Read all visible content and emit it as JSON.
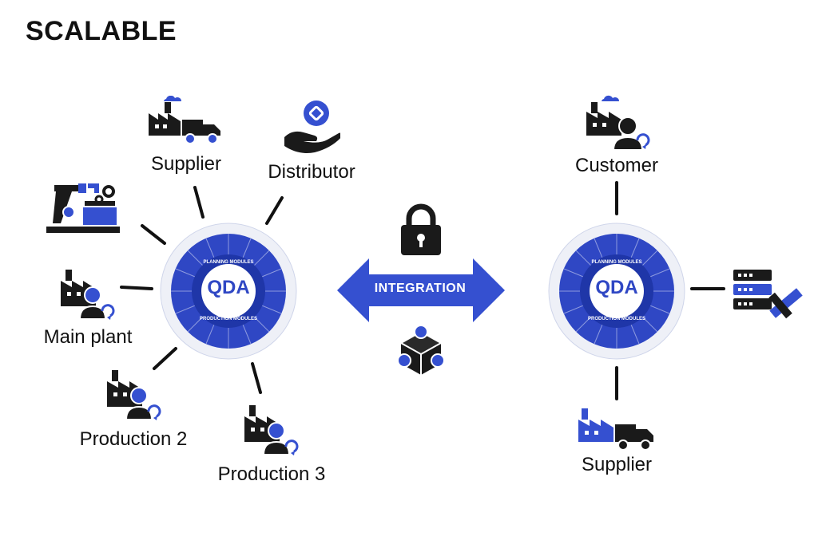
{
  "title": "SCALABLE",
  "colors": {
    "accent": "#3550D0",
    "dark": "#1a1a1a",
    "hub_outer": "#e9ecf5"
  },
  "left_nodes": {
    "supplier": "Supplier",
    "distributor": "Distributor",
    "main_plant": "Main plant",
    "production2": "Production 2",
    "production3": "Production 3"
  },
  "right_nodes": {
    "customer": "Customer",
    "supplier": "Supplier"
  },
  "hub": {
    "logo": "QDA",
    "top_ring": "PLANNING MODULES",
    "bottom_ring": "PRODUCTION MODULES"
  },
  "integration": {
    "label": "INTEGRATION"
  },
  "icons": [
    "factory-truck-icon",
    "hand-coin-icon",
    "robot-arm-icon",
    "factory-person-icon",
    "lock-icon",
    "cube-nodes-icon",
    "server-tools-icon"
  ]
}
